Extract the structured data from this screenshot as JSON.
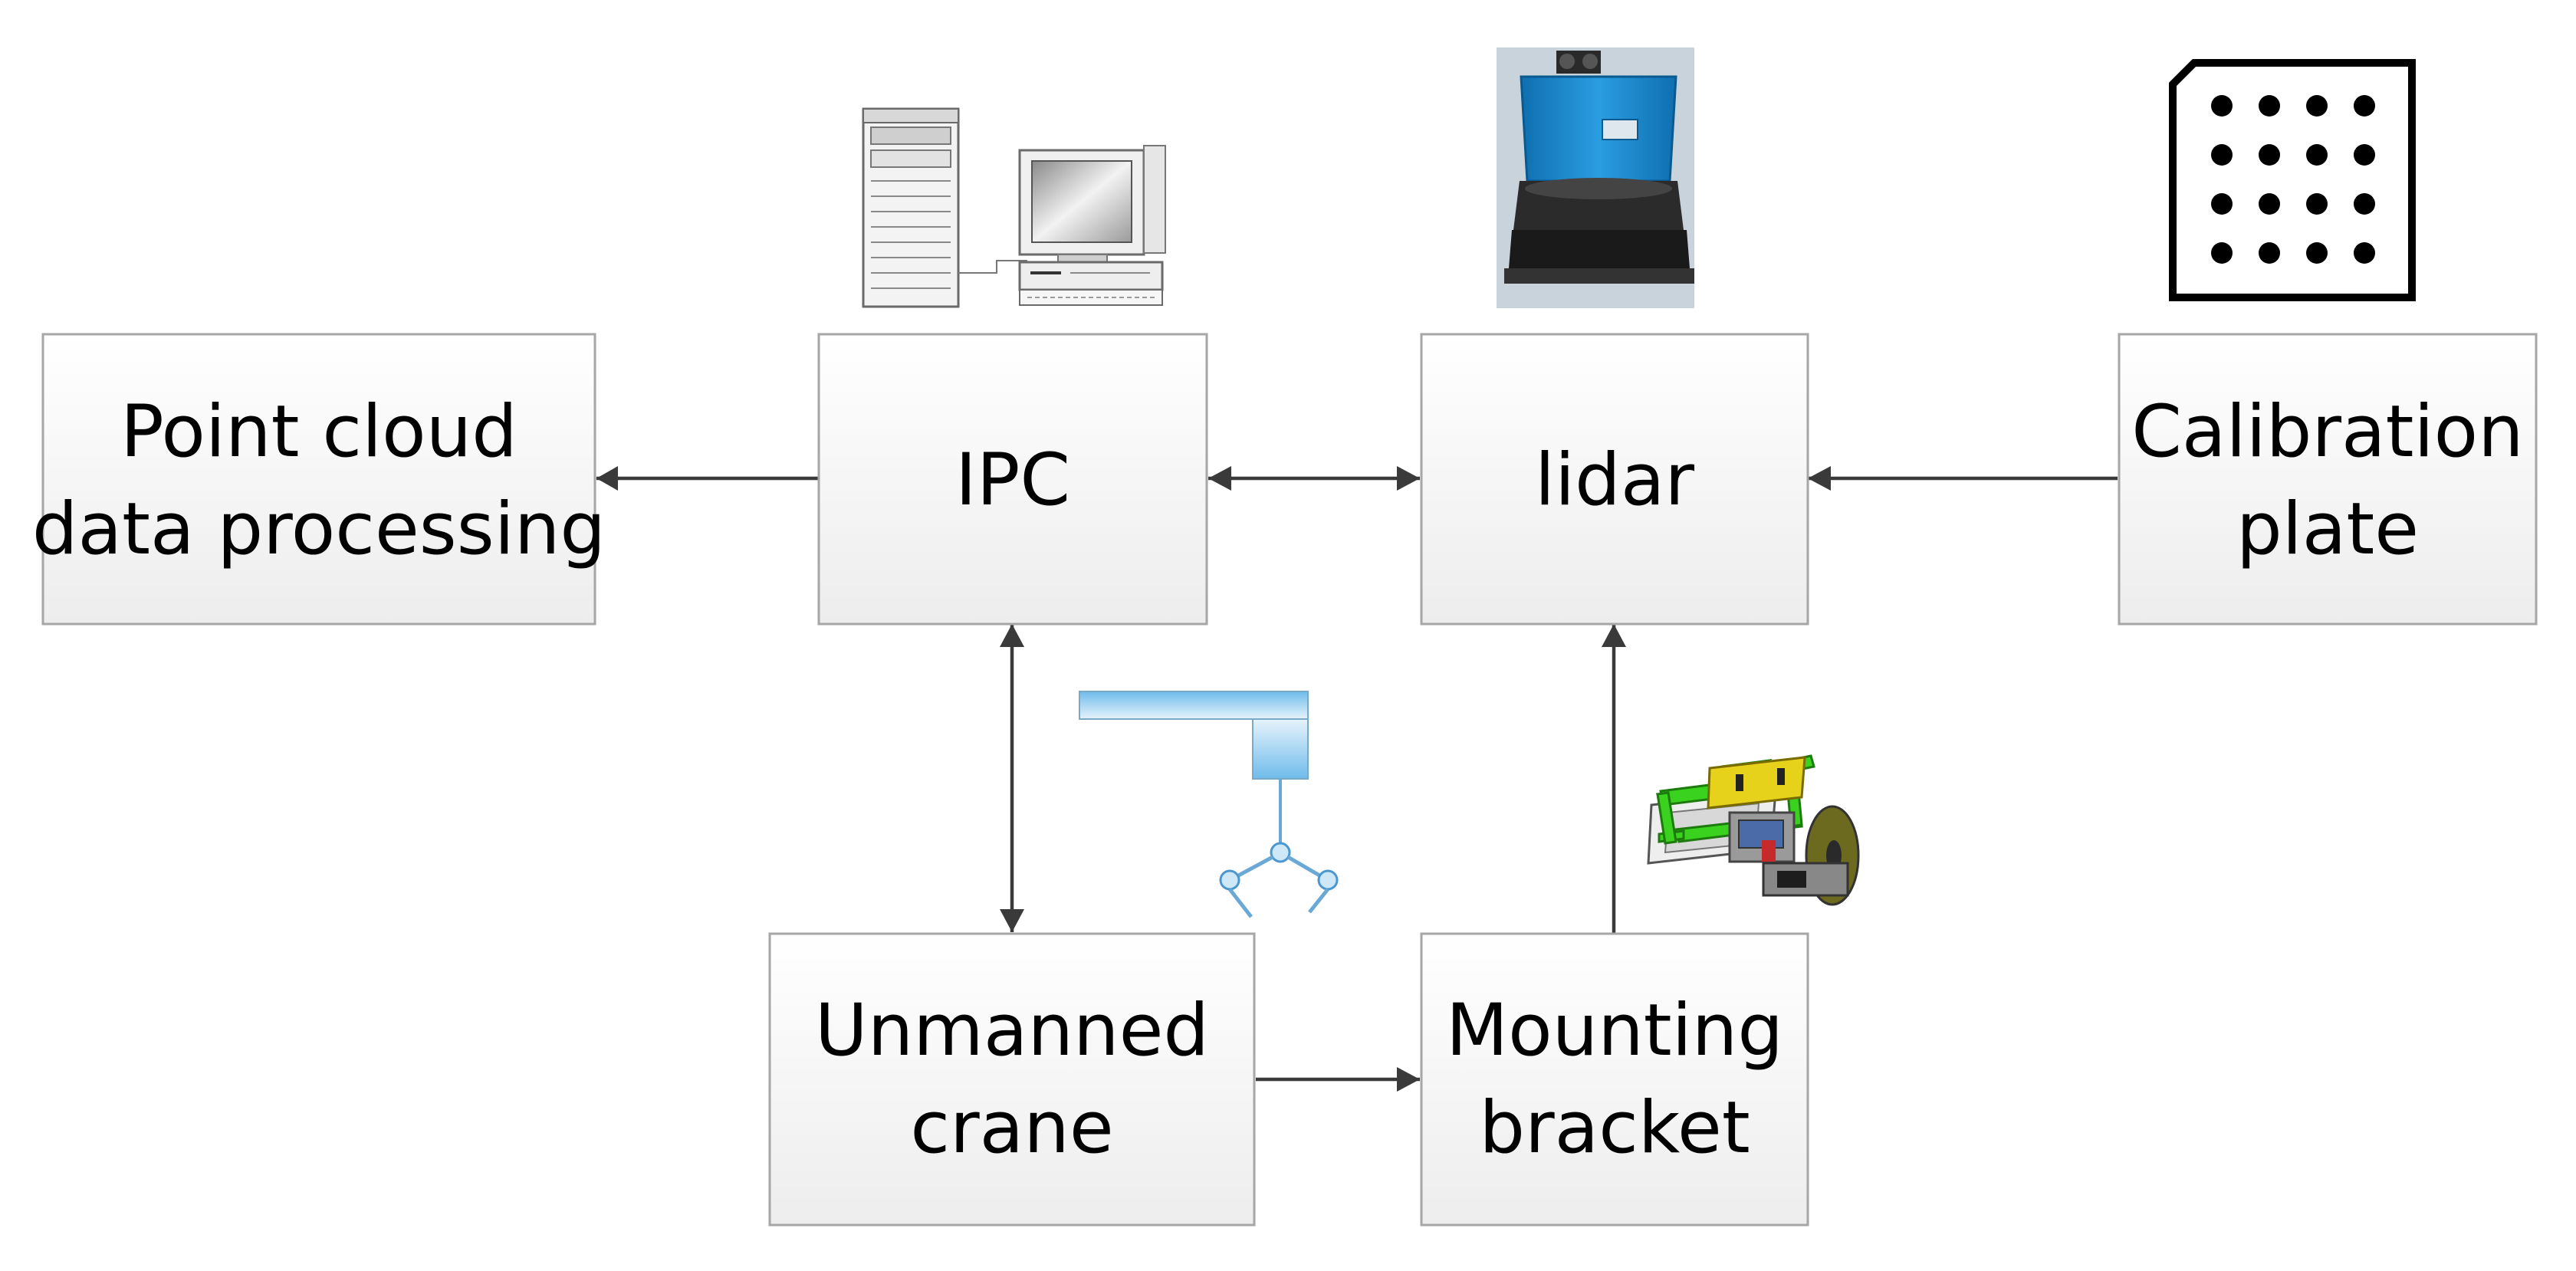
{
  "diagram": {
    "nodes": {
      "point_cloud": {
        "line1": "Point cloud",
        "line2": "data processing"
      },
      "ipc": {
        "label": "IPC"
      },
      "lidar": {
        "label": "lidar"
      },
      "calibration": {
        "line1": "Calibration",
        "line2": "plate"
      },
      "crane": {
        "line1": "Unmanned",
        "line2": "crane"
      },
      "bracket": {
        "line1": "Mounting",
        "line2": "bracket"
      }
    },
    "icons": {
      "ipc": "computer-workstation-icon",
      "lidar": "lidar-sensor-icon",
      "calibration": "calibration-grid-icon",
      "crane": "crane-gripper-icon",
      "bracket": "mounting-bracket-icon"
    },
    "colors": {
      "lidar_blue": "#1f8fd1",
      "bracket_green": "#3bd11f",
      "bracket_yellow": "#e6d21a",
      "crane_blue": "#7cc3ee"
    }
  }
}
